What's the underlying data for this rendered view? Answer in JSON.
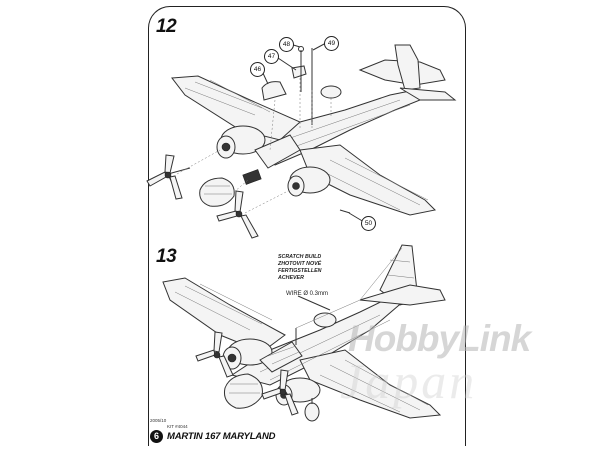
{
  "steps": {
    "step_a": "12",
    "step_b": "13"
  },
  "callouts": {
    "c46": "46",
    "c47": "47",
    "c48": "48",
    "c49": "49",
    "c50": "50"
  },
  "scratch_note": {
    "line1": "SCRATCH BUILD",
    "line2": "ZHOTOVIT NOVÉ",
    "line3": "FERTIGSTELLEN",
    "line4": "ACHEVER"
  },
  "wire_label": "WIRE Ø 0.3mm",
  "footer": {
    "page_number": "6",
    "kit_code": "KIT #4044",
    "year": "2005/10",
    "title": "MARTIN 167 MARYLAND"
  },
  "watermark": {
    "brand": "HobbyLink",
    "sub": "Japan"
  },
  "colors": {
    "line": "#333333",
    "watermark": "#b4b4b4"
  }
}
